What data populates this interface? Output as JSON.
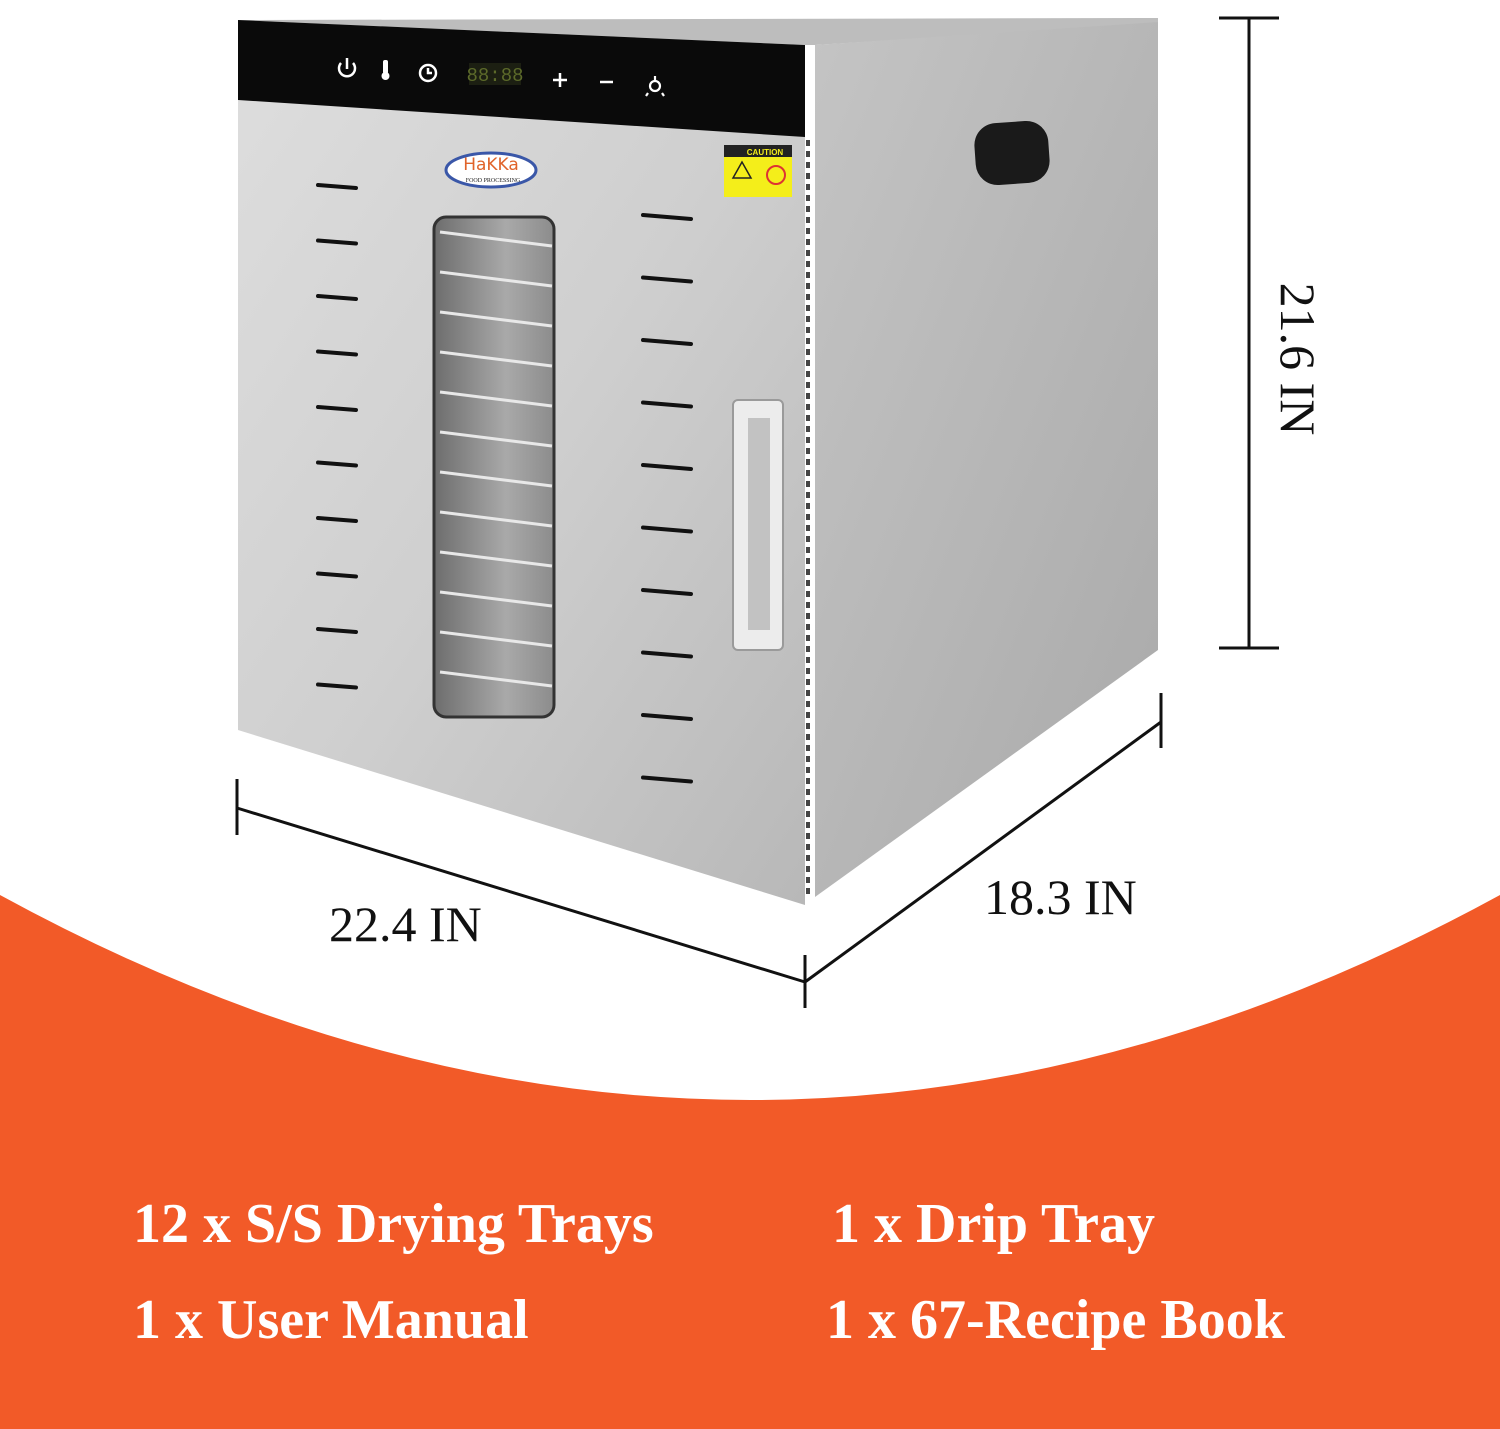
{
  "product": {
    "brand_logo": "HaKKa",
    "brand_sub": "FOOD PROCESSING",
    "caution_label": "CAUTION",
    "display_readout": "88:88",
    "control_icons": [
      "power-icon",
      "thermometer-icon",
      "clock-icon",
      "plus-icon",
      "minus-icon",
      "light-icon"
    ],
    "tray_count_visible": 12
  },
  "dimensions": {
    "height": "21.6 IN",
    "width": "22.4 IN",
    "depth": "18.3 IN"
  },
  "features": [
    "12 x S/S Drying Trays",
    "1 x Drip Tray",
    "1 x User Manual",
    "1 x 67-Recipe Book"
  ],
  "colors": {
    "accent": "#F25A28",
    "steel": "#c9c9c9",
    "panel": "#0a0a0a"
  }
}
